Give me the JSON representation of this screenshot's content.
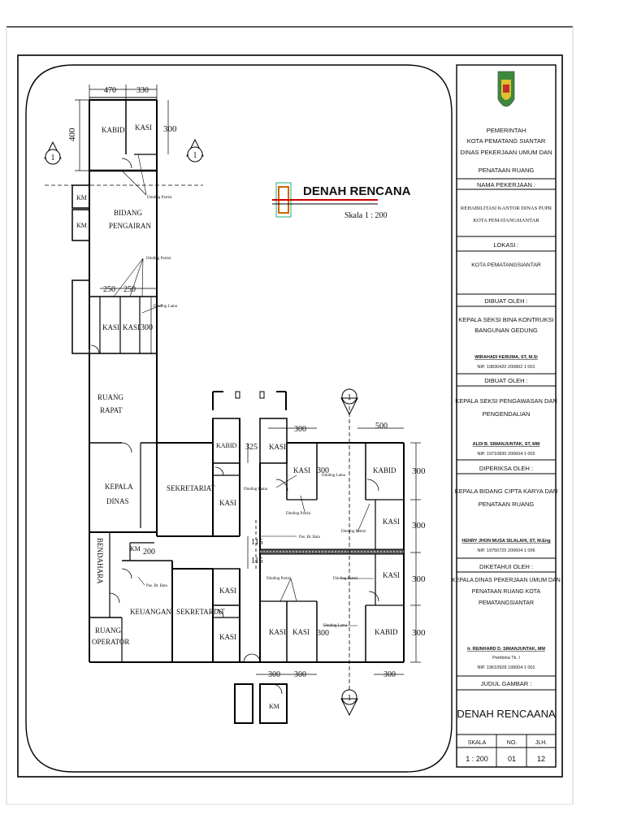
{
  "drawing": {
    "title": "DENAH RENCANA",
    "scale_text": "Skala  1 : 200",
    "rooms": {
      "kabid_top": "KABID",
      "kasi_top": "KASI",
      "km1": "KM",
      "km2": "KM",
      "bidang_1": "BIDANG",
      "bidang_2": "PENGAIRAN",
      "kasi_a": "KASI",
      "kasi_b": "KASI",
      "ruang_rapat_1": "RUANG",
      "ruang_rapat_2": "RAPAT",
      "kepala_1": "KEPALA",
      "kepala_2": "DINAS",
      "bendahara": "BENDAHARA",
      "km3": "KM",
      "keuangan": "KEUANGAN",
      "operator_1": "RUANG",
      "operator_2": "OPERATOR",
      "sekretariat_1": "SEKRETARIAT",
      "sekretariat_2": "SEKRETARIAT",
      "kabid_mid": "KABID",
      "kasi_c": "KASI",
      "kasi_d": "KASI",
      "kasi_e": "KASI",
      "kasi_f": "KASI",
      "kasi_g": "KASI",
      "kabid_right": "KABID",
      "kasi_h": "KASI",
      "kasi_i": "KASI",
      "kasi_j": "KASI",
      "kasi_k": "KASI",
      "kabid_bottom": "KABID",
      "km_bottom": "KM"
    },
    "notes": {
      "dinding_partisi_1": "Dinding Partisi",
      "dinding_partisi_2": "Dinding Partisi",
      "dinding_lama_1": "Dinding Lama",
      "dinding_lama_2": "Dinding Lama",
      "dinding_lama_3": "Dinding Lama",
      "dinding_partisi_3": "Dinding Partisi",
      "dinding_partisi_4": "Dinding Partisi",
      "dinding_partisi_5": "Dinding Partisi",
      "dinding_partisi_6": "Dinding Partisi",
      "dinding_lama_4": "Dinding Lama",
      "pas_bt_bata_1": "Pas. Bt. Bata",
      "pas_bt_bata_2": "Pas. Bt. Bata"
    },
    "dimensions": {
      "d470": "470",
      "d330": "330",
      "d400": "400",
      "d300a": "300",
      "d250a": "250",
      "d250b": "250",
      "d300b": "300",
      "d200": "200",
      "d325": "325",
      "d300c": "300",
      "d500": "500",
      "d300d": "300",
      "d115a": "115",
      "d115b": "115",
      "d300e": "300",
      "d300f": "300",
      "d300g": "300",
      "d300h": "300",
      "d300i": "300",
      "d300j": "300",
      "d300k": "300",
      "d300l": "300"
    },
    "section_markers": {
      "a": "1",
      "b": "1",
      "c": "1",
      "d": "1"
    }
  },
  "title_block": {
    "org": [
      "PEMERINTAH",
      "KOTA PEMATANG SIANTAR",
      "DINAS PEKERJAAN UMUM DAN",
      "PENATAAN RUANG"
    ],
    "nama_pekerjaan_label": "NAMA PEKERJAAN :",
    "nama_pekerjaan": [
      "REHABILITASI KANTOR DINAS PUPR",
      "KOTA PEMATANGSIANTAR"
    ],
    "lokasi_label": "LOKASI :",
    "lokasi": "KOTA PEMATANGSIANTAR",
    "dibuat1_label": "DIBUAT OLEH :",
    "dibuat1_role": [
      "KEPALA SEKSI BINA KONTRUKSI",
      "BANGUNAN GEDUNG"
    ],
    "dibuat1_name": "WIRAHADI KERUMA, ST, M.Si",
    "dibuat1_nip": "NIP. 19830420 200802 1 001",
    "dibuat2_label": "DIBUAT OLEH :",
    "dibuat2_role": [
      "KEPALA SEKSI PENGAWASAN DAN",
      "PENGENDALIAN"
    ],
    "dibuat2_name": "ALDI B. SIMANJUNTAK, ST, MM",
    "dibuat2_nip": "NIP. 19710830 200604 1 002",
    "diperiksa_label": "DIPERIKSA OLEH :",
    "diperiksa_role": [
      "KEPALA BIDANG CIPTA KARYA DAN",
      "PENATAAN RUANG"
    ],
    "diperiksa_name": "HENRY JHON MUSA SILALAHI, ST, M.Eng",
    "diperiksa_nip": "NIP. 19750725 200604 1 006",
    "diketahui_label": "DIKETAHUI OLEH :",
    "diketahui_role": [
      "KEPALA DINAS PEKERJAAN UMUM DAN",
      "PENATAAN RUANG KOTA",
      "PEMATANGSIANTAR"
    ],
    "diketahui_name": "Ir. REINHARD D. SIMANJUNTAK, MM",
    "diketahui_rank": "Pembina Tk. I",
    "diketahui_nip": "NIP. 19610928 199004 1 001",
    "judul_label": "JUDUL GAMBAR :",
    "judul": "DENAH RENCAANA",
    "skala_label": "SKALA",
    "no_label": "NO.",
    "jlh_label": "JLH.",
    "skala": "1 : 200",
    "no": "01",
    "jlh": "12"
  }
}
